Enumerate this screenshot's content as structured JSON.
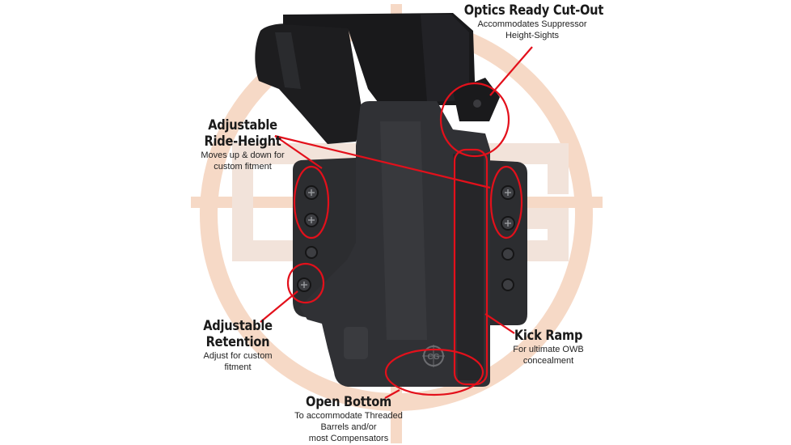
{
  "colors": {
    "background": "#ffffff",
    "watermark": "#f6d9c6",
    "highlight": "#e3101b",
    "holster": "#2c2d30",
    "pistol": "#1d1d1f",
    "text": "#1a1a1a"
  },
  "callouts": {
    "optics": {
      "title": "Optics Ready Cut-Out",
      "desc_line1": "Accommodates Suppressor",
      "desc_line2": "Height-Sights"
    },
    "ride_height": {
      "title_line1": "Adjustable",
      "title_line2": "Ride-Height",
      "desc_line1": "Moves up & down for",
      "desc_line2": "custom fitment"
    },
    "retention": {
      "title_line1": "Adjustable",
      "title_line2": "Retention",
      "desc_line1": "Adjust for custom",
      "desc_line2": "fitment"
    },
    "kick_ramp": {
      "title": "Kick Ramp",
      "desc_line1": "For ultimate OWB",
      "desc_line2": "concealment"
    },
    "open_bottom": {
      "title": "Open Bottom",
      "desc_line1": "To accommodate Threaded",
      "desc_line2": "Barrels and/or",
      "desc_line3": "most Compensators"
    }
  },
  "product": {
    "holster_logo": "CG"
  }
}
